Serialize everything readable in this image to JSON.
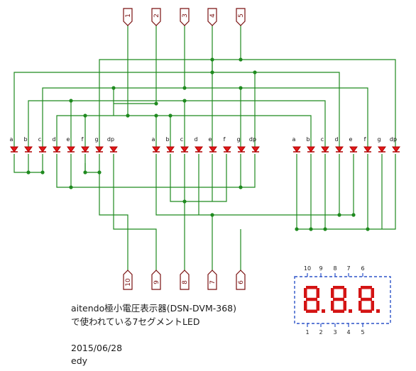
{
  "top_pins": [
    "1",
    "2",
    "3",
    "4",
    "5"
  ],
  "bottom_pins": [
    "10",
    "9",
    "8",
    "7",
    "6"
  ],
  "segment_labels": [
    "a",
    "b",
    "c",
    "d",
    "e",
    "f",
    "g",
    "dp"
  ],
  "caption": {
    "line1": "aitendo極小電圧表示器(DSN-DVM-368)",
    "line2": "で使われている7セグメントLED"
  },
  "date": "2015/06/28",
  "author": "edy",
  "package": {
    "top_pins": [
      "10",
      "9",
      "8",
      "7",
      "6"
    ],
    "bottom_pins": [
      "1",
      "2",
      "3",
      "4",
      "5"
    ],
    "display_color": "#d41414"
  },
  "colors": {
    "wire": "#1f8a1f",
    "led": "#e01818",
    "port": "#7a1010",
    "frame": "#2c52c8"
  }
}
